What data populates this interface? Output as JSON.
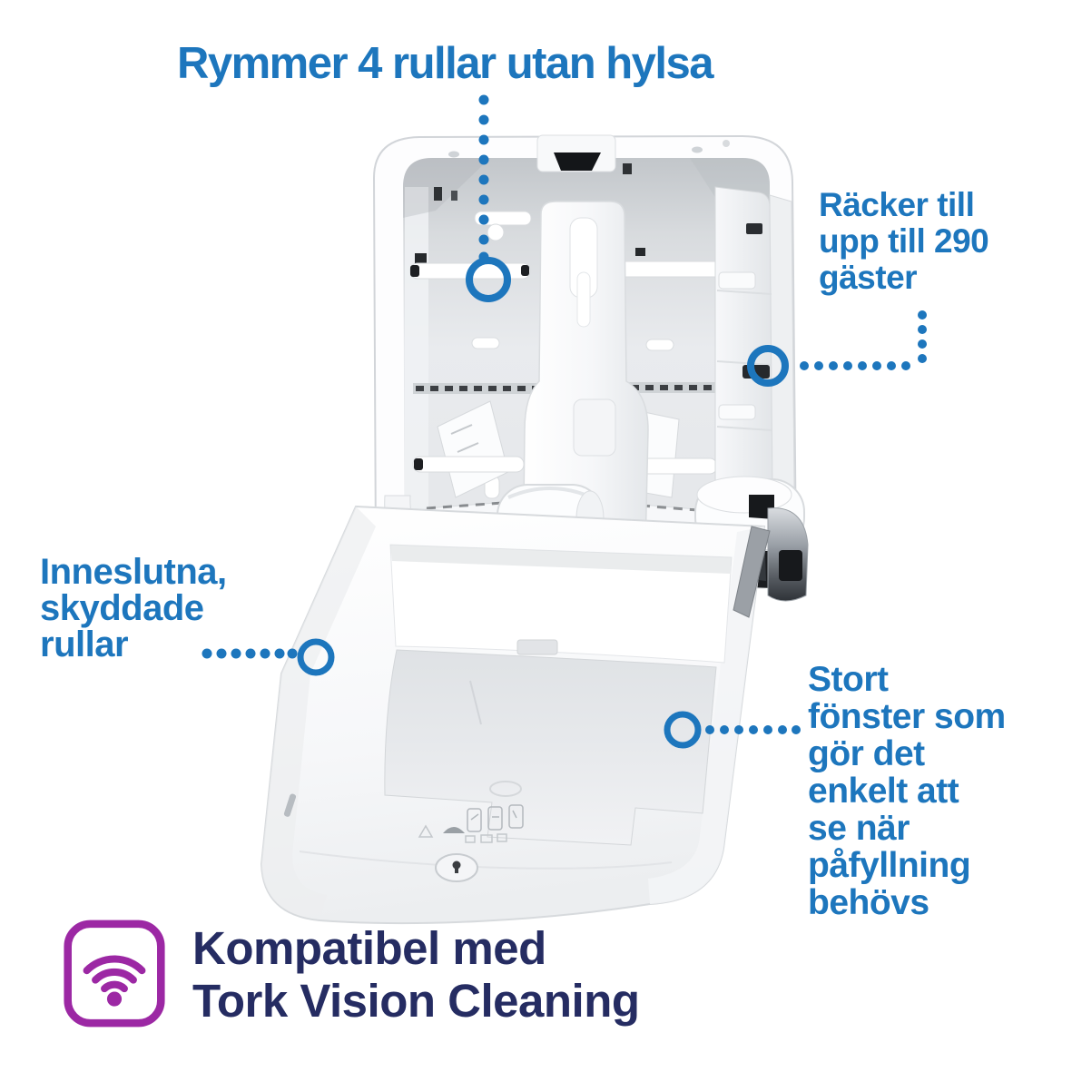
{
  "colors": {
    "callout_blue": "#1d76bd",
    "navy_text": "#252c62",
    "purple_accent": "#9c28a4"
  },
  "callouts": {
    "capacity": {
      "text": "Rymmer 4 rullar utan hylsa"
    },
    "guests": {
      "lines": [
        "Räcker till",
        "upp till 290",
        "gäster"
      ]
    },
    "protected_rolls": {
      "lines": [
        "Inneslutna,",
        "skyddade",
        "rullar"
      ]
    },
    "window": {
      "lines": [
        "Stort",
        "fönster som",
        "gör det",
        "enkelt att",
        "se när",
        "påfyllning",
        "behövs"
      ]
    }
  },
  "footer": {
    "lines": [
      "Kompatibel med",
      "Tork Vision Cleaning"
    ],
    "icon": "wifi-icon"
  }
}
